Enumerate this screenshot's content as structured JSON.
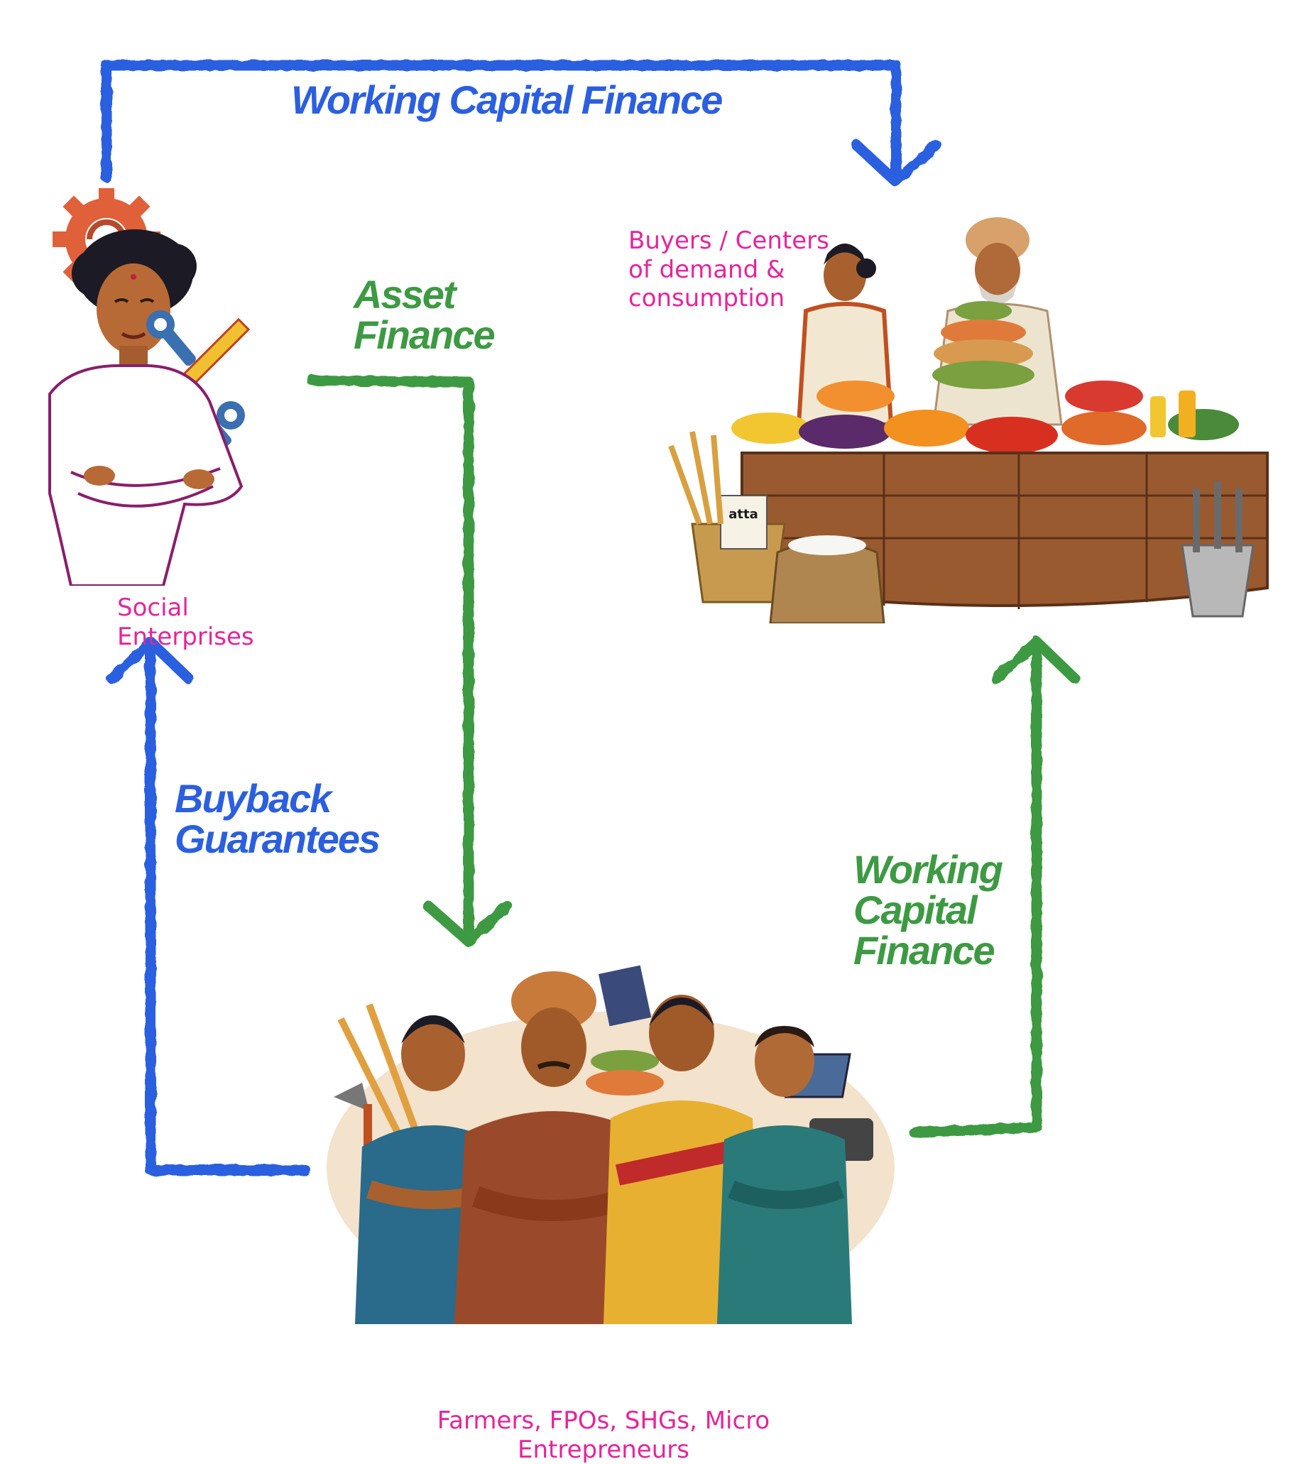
{
  "flows": {
    "top": {
      "label": "Working Capital Finance"
    },
    "asset": {
      "label_line1": "Asset",
      "label_line2": "Finance"
    },
    "buyback": {
      "label_line1": "Buyback",
      "label_line2": "Guarantees"
    },
    "right": {
      "label_line1": "Working",
      "label_line2": "Capital",
      "label_line3": "Finance"
    }
  },
  "nodes": {
    "social_enterprises": {
      "label": "Social\nEnterprises"
    },
    "buyers": {
      "label": "Buyers / Centers\nof demand &\nconsumption"
    },
    "farmers": {
      "label": "Farmers, FPOs, SHGs, Micro\nEntrepreneurs"
    },
    "market_stall": {
      "sign_text": "atta"
    }
  },
  "colors": {
    "blue_flow": "#2b5fe0",
    "green_flow": "#3d9a43",
    "node_label": "#e6249a"
  }
}
